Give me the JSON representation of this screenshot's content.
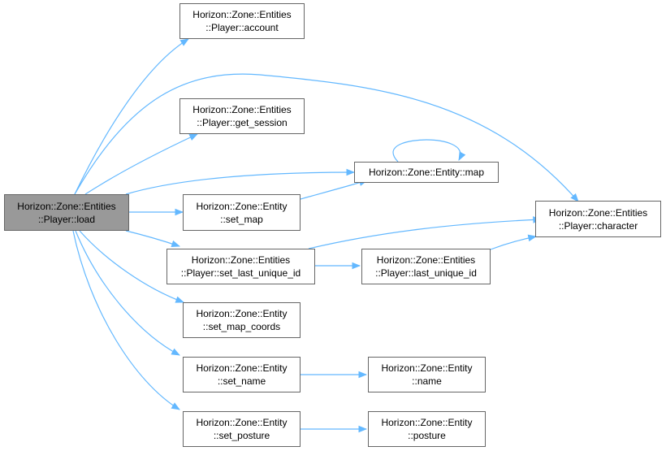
{
  "root": {
    "line1": "Horizon::Zone::Entities",
    "line2": "::Player::load"
  },
  "nodes": {
    "account": {
      "line1": "Horizon::Zone::Entities",
      "line2": "::Player::account"
    },
    "get_session": {
      "line1": "Horizon::Zone::Entities",
      "line2": "::Player::get_session"
    },
    "map": {
      "line1": "Horizon::Zone::Entity::map"
    },
    "set_map": {
      "line1": "Horizon::Zone::Entity",
      "line2": "::set_map"
    },
    "character": {
      "line1": "Horizon::Zone::Entities",
      "line2": "::Player::character"
    },
    "set_last_unique_id": {
      "line1": "Horizon::Zone::Entities",
      "line2": "::Player::set_last_unique_id"
    },
    "last_unique_id": {
      "line1": "Horizon::Zone::Entities",
      "line2": "::Player::last_unique_id"
    },
    "set_map_coords": {
      "line1": "Horizon::Zone::Entity",
      "line2": "::set_map_coords"
    },
    "set_name": {
      "line1": "Horizon::Zone::Entity",
      "line2": "::set_name"
    },
    "name": {
      "line1": "Horizon::Zone::Entity",
      "line2": "::name"
    },
    "set_posture": {
      "line1": "Horizon::Zone::Entity",
      "line2": "::set_posture"
    },
    "posture": {
      "line1": "Horizon::Zone::Entity",
      "line2": "::posture"
    }
  },
  "edges": [
    [
      "root",
      "account"
    ],
    [
      "root",
      "character"
    ],
    [
      "root",
      "get_session"
    ],
    [
      "root",
      "map"
    ],
    [
      "root",
      "set_map"
    ],
    [
      "root",
      "set_last_unique_id"
    ],
    [
      "root",
      "set_map_coords"
    ],
    [
      "root",
      "set_name"
    ],
    [
      "root",
      "set_posture"
    ],
    [
      "map",
      "map"
    ],
    [
      "set_map",
      "map"
    ],
    [
      "set_last_unique_id",
      "character"
    ],
    [
      "set_last_unique_id",
      "last_unique_id"
    ],
    [
      "last_unique_id",
      "character"
    ],
    [
      "set_name",
      "name"
    ],
    [
      "set_posture",
      "posture"
    ]
  ],
  "colors": {
    "edge": "#63b8ff",
    "root_fill": "#999999",
    "node_border": "#666666"
  }
}
